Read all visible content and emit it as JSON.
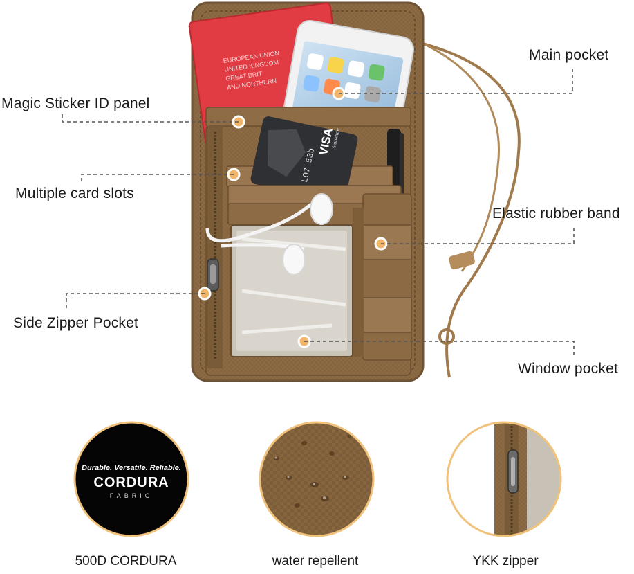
{
  "callouts": {
    "main_pocket": "Main pocket",
    "magic_sticker": "Magic Sticker ID panel",
    "card_slots": "Multiple card slots",
    "elastic_band": "Elastic rubber band",
    "side_zipper": "Side Zipper Pocket",
    "window_pocket": "Window pocket"
  },
  "passport": {
    "line1": "EUROPEAN UNION",
    "line2": "UNITED KINGDOM",
    "line3": "GREAT BRIT",
    "line4": "AND NORTHERN"
  },
  "card": {
    "brand": "VISA",
    "sub": "Signature",
    "number": "LO7 53b"
  },
  "features": [
    {
      "caption": "500D CORDURA"
    },
    {
      "caption": "water repellent"
    },
    {
      "caption": "YKK zipper"
    }
  ],
  "cordura_logo": {
    "tagline": "Durable. Versatile. Reliable.",
    "brand": "CORDURA",
    "sub": "FABRIC"
  },
  "colors": {
    "tan": "#8b6a44",
    "tan_light": "#a9865c",
    "tan_dark": "#6e5233",
    "gold_ring": "#f0c27b",
    "accent_dot": "#f2b66a",
    "passport_red": "#e13c43"
  }
}
